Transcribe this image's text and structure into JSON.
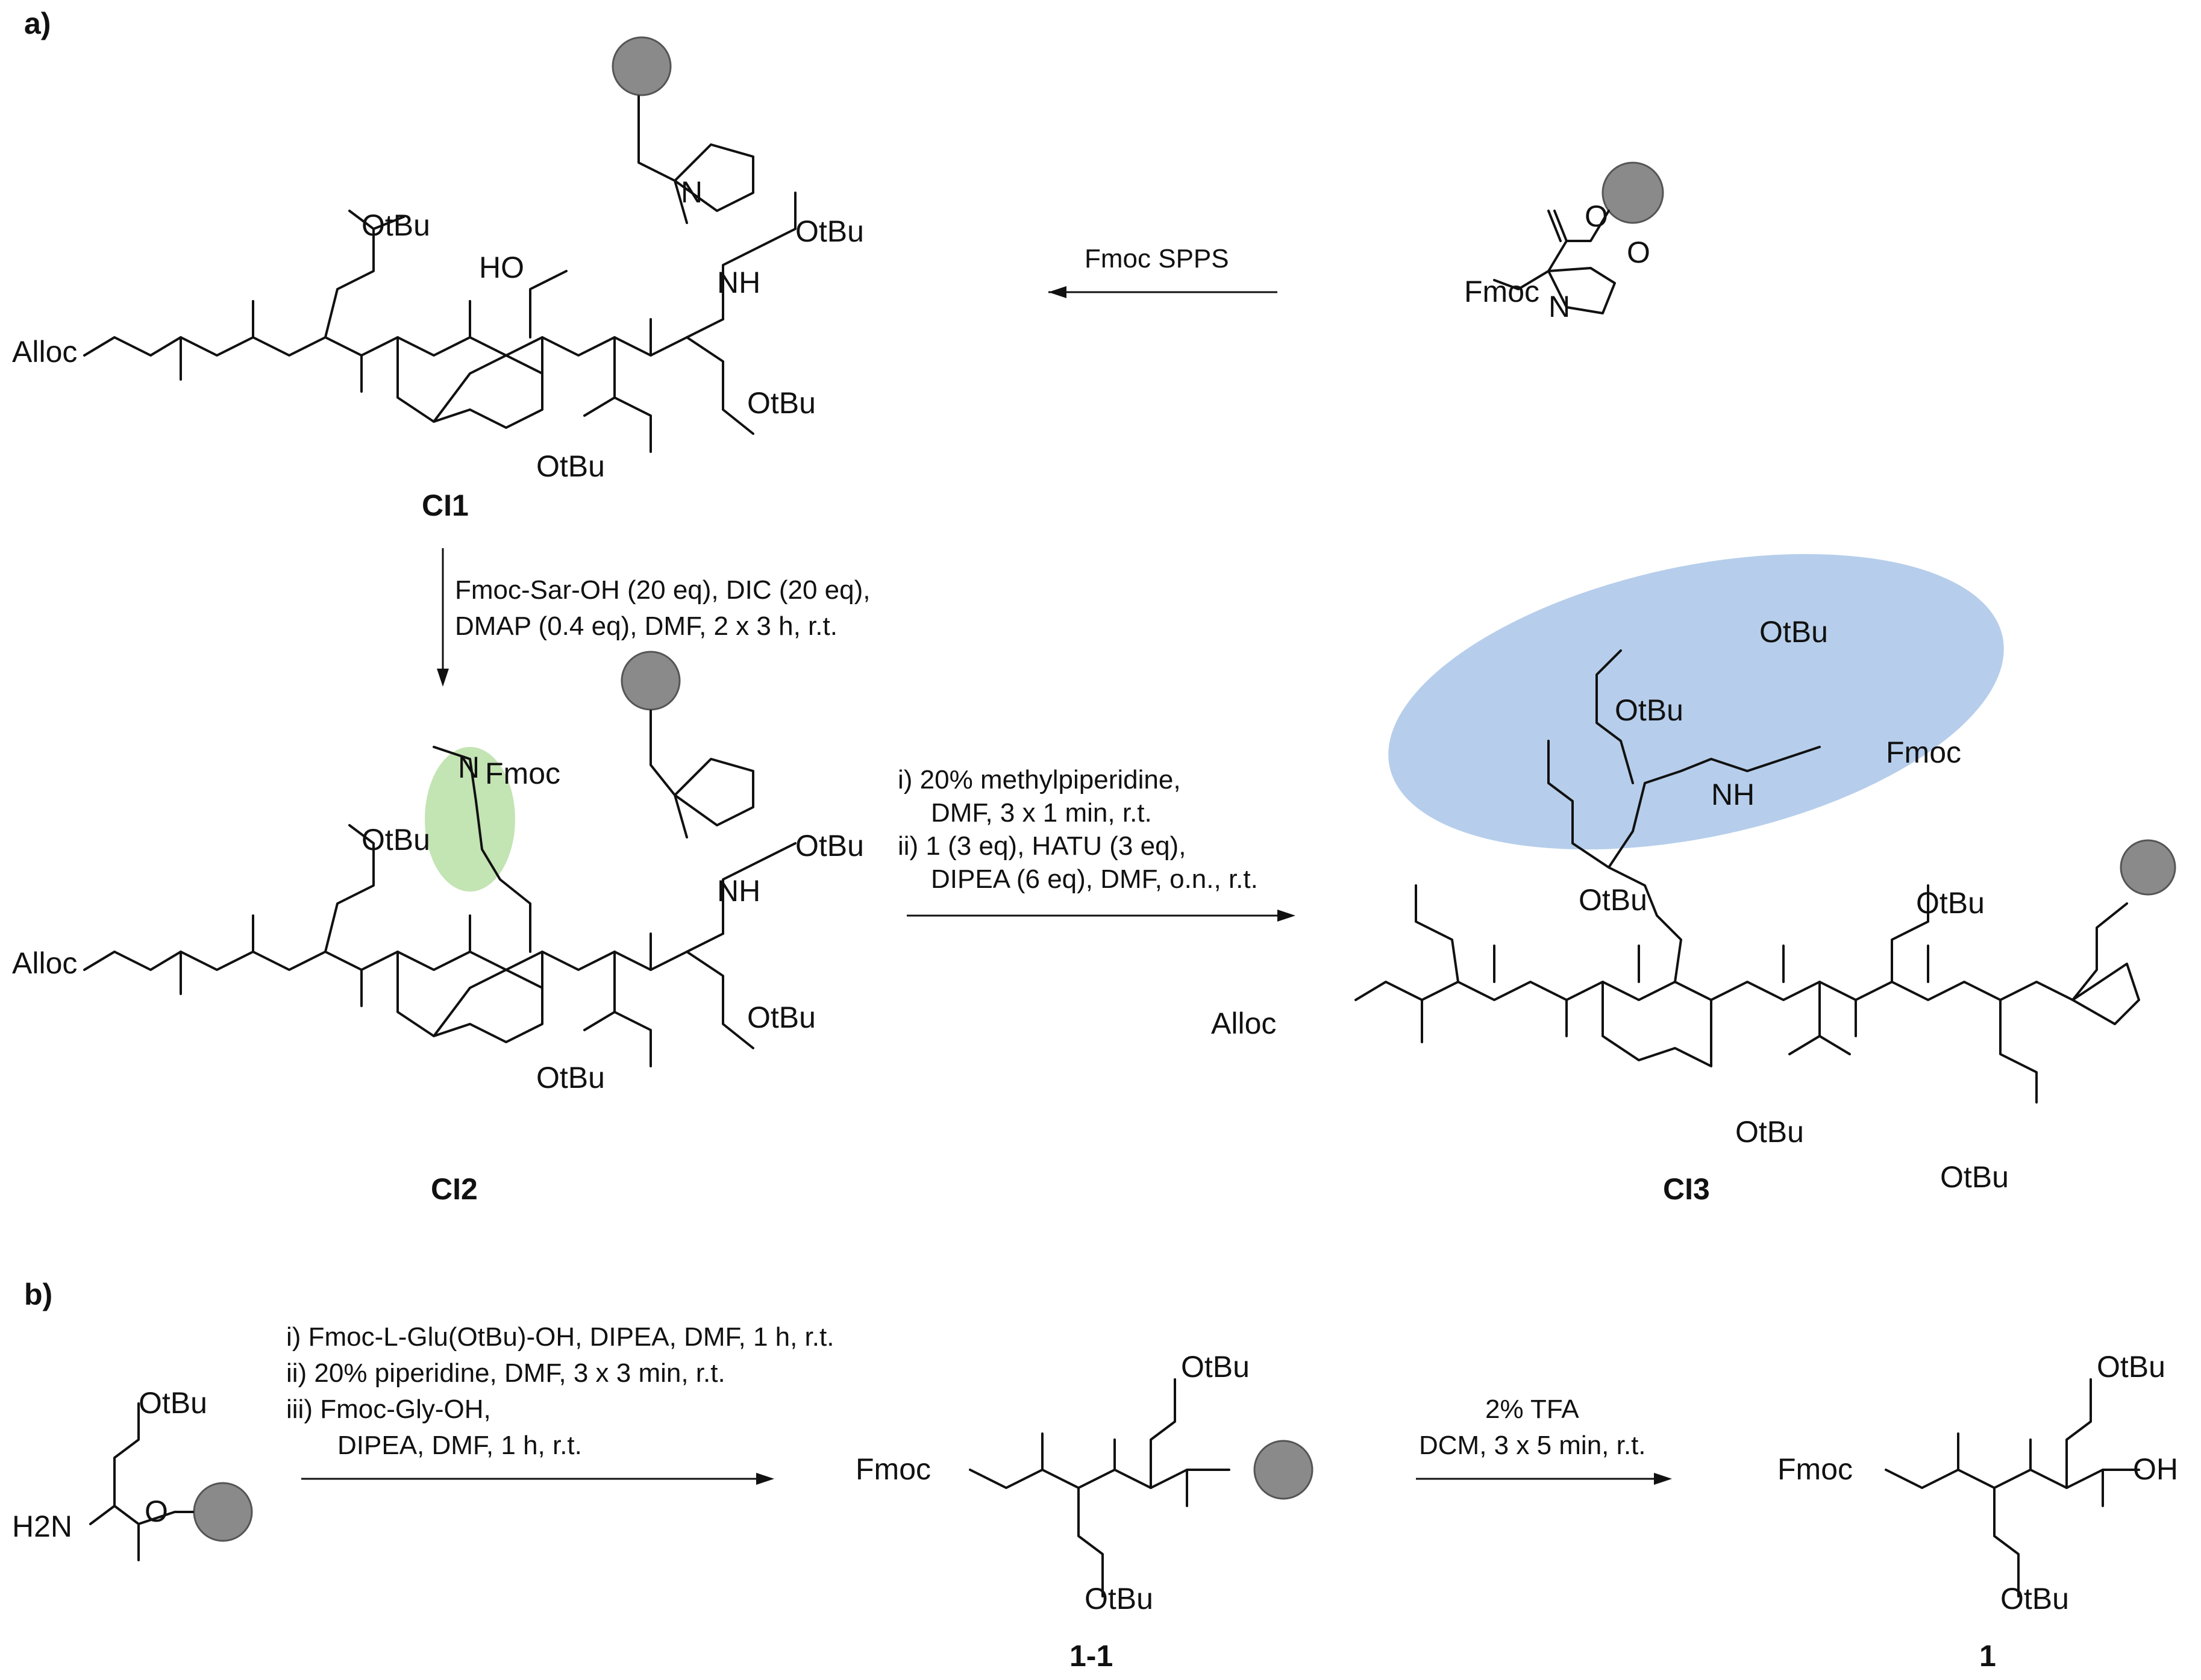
{
  "panels": {
    "a": "a)",
    "b": "b)"
  },
  "compounds": {
    "ci1": "CI1",
    "ci2": "CI2",
    "ci3": "CI3",
    "c11": "1-1",
    "c1": "1"
  },
  "steps": {
    "spps": "Fmoc SPPS",
    "sar_line1": "Fmoc-Sar-OH (20 eq), DIC (20 eq),",
    "sar_line2": "DMAP (0.4 eq), DMF, 2 x 3 h, r.t.",
    "ci3_line1": "i)  20% methylpiperidine,",
    "ci3_line2": "DMF, 3 x 1 min, r.t.",
    "ci3_line3": "ii) 1 (3 eq), HATU (3 eq),",
    "ci3_line4": "DIPEA (6 eq),  DMF, o.n., r.t.",
    "b_line1": "i)   Fmoc-L-Glu(OtBu)-OH, DIPEA, DMF, 1 h, r.t.",
    "b_line2": "ii)  20% piperidine, DMF, 3 x 3 min, r.t.",
    "b_line3": "iii) Fmoc-Gly-OH,",
    "b_line4": "DIPEA, DMF, 1 h, r.t.",
    "tfa_line1": "2% TFA",
    "tfa_line2": "DCM, 3 x 5 min, r.t."
  },
  "atoms": {
    "alloc": "Alloc",
    "fmoc": "Fmoc",
    "otbu": "OtBu",
    "nh": "NH",
    "n": "N",
    "h": "H",
    "o": "O",
    "ho": "HO",
    "oh": "OH",
    "h2n": "H2N"
  },
  "colors": {
    "resin": "#8a8a8a",
    "highlight_green": "#b9dfa6",
    "highlight_blue": "#a9c6e8"
  }
}
